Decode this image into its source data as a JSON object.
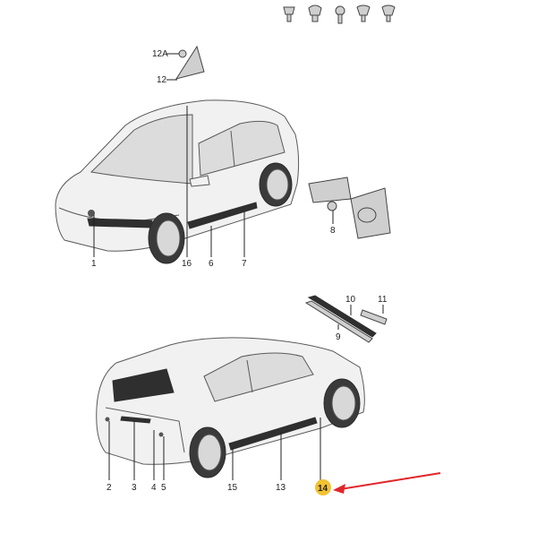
{
  "diagram": {
    "callouts_front": [
      "12A",
      "12",
      "1",
      "16",
      "6",
      "7",
      "8"
    ],
    "callouts_rear": [
      "10",
      "11",
      "9",
      "2",
      "3",
      "4",
      "5",
      "15",
      "13",
      "14"
    ],
    "highlighted_callout": "14",
    "highlight_color": "#f2c230",
    "arrow_color": "#e0262a"
  }
}
